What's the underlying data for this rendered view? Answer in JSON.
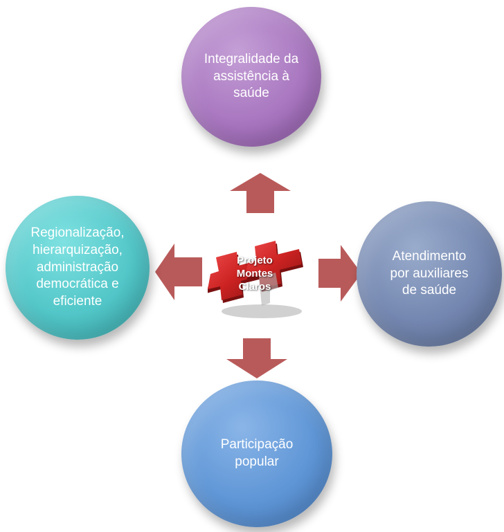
{
  "diagram": {
    "center_label": "Projeto\nMontes\nClaros",
    "nodes": {
      "top": "Integralidade da\nassistência à\nsaúde",
      "left": "Regionalização,\nhierarquização,\nadministração\ndemocrática e\neficiente",
      "right": "Atendimento\npor auxiliares\nde saúde",
      "bottom": "Participação\npopular"
    },
    "colors": {
      "top": "#a977c0",
      "left": "#52c6c8",
      "right": "#7487b0",
      "bottom": "#5f96d6",
      "arrows": "#b95a5a",
      "cross": "#cc2222"
    },
    "center_icon": "red-cross-icon"
  }
}
